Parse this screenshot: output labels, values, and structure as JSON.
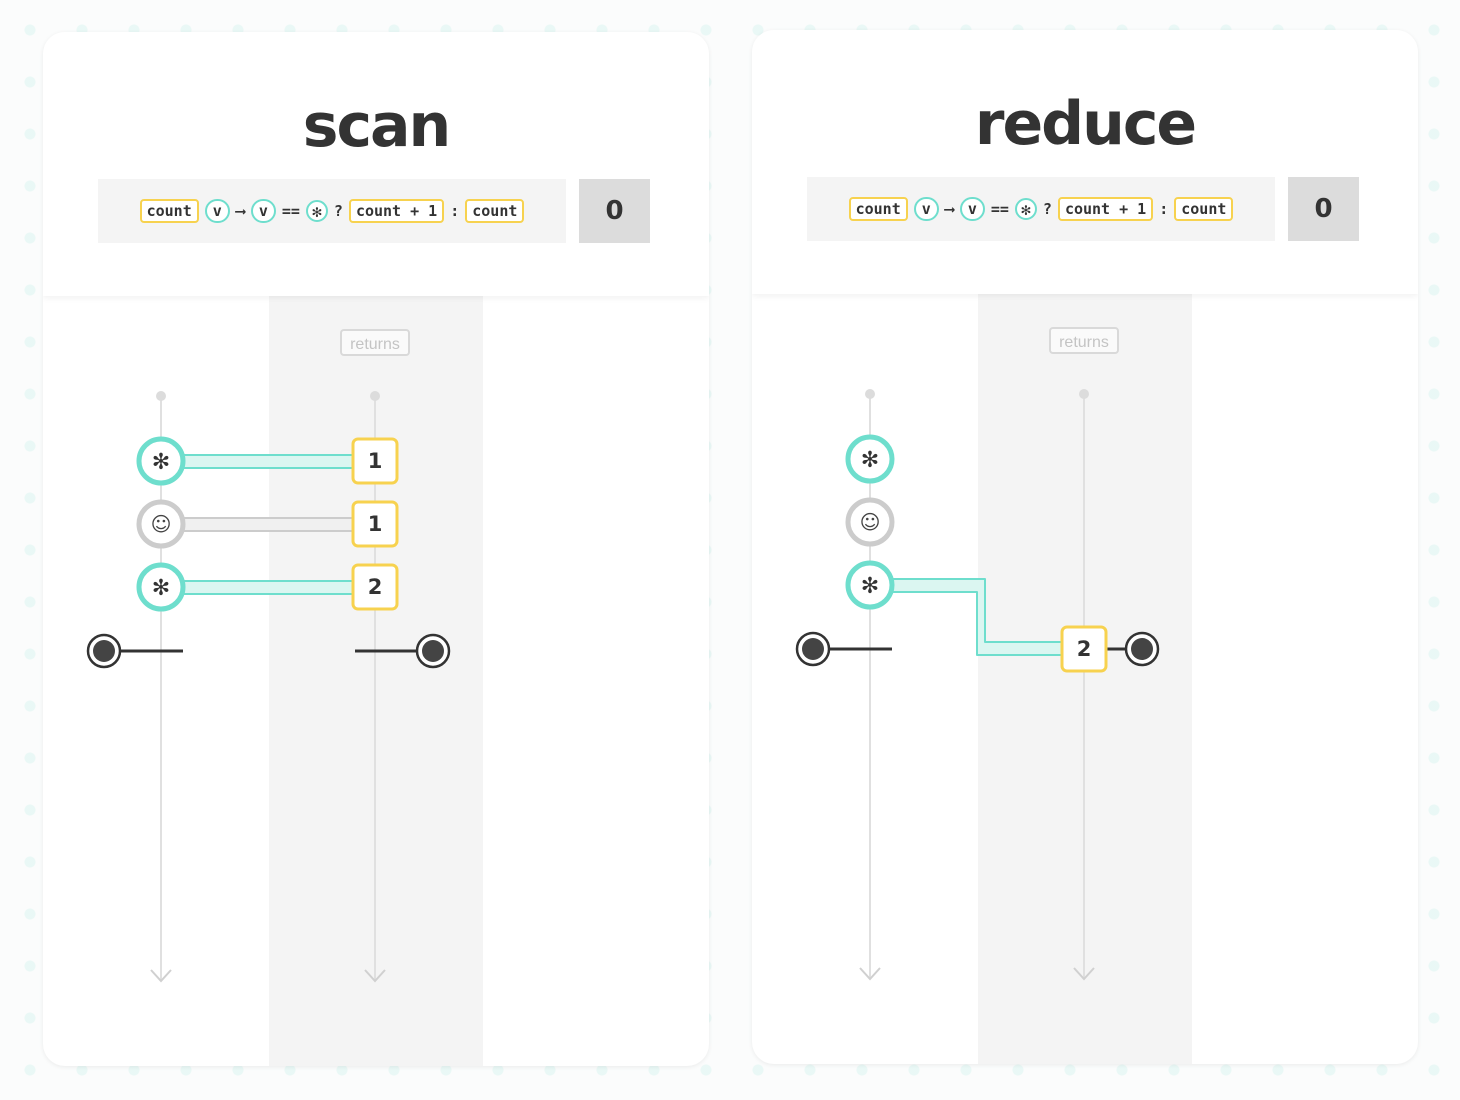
{
  "panels": [
    {
      "title": "scan",
      "formula": {
        "acc": "count",
        "param": "v",
        "arrow": "⟶",
        "eq": "==",
        "symbol": "✻",
        "q": "?",
        "then": "count + 1",
        "colon": ":",
        "else": "count"
      },
      "seed": "0",
      "returns_label": "returns",
      "inputs": [
        "✻",
        "☺",
        "✻"
      ],
      "outputs": [
        "1",
        "1",
        "2"
      ]
    },
    {
      "title": "reduce",
      "formula": {
        "acc": "count",
        "param": "v",
        "arrow": "⟶",
        "eq": "==",
        "symbol": "✻",
        "q": "?",
        "then": "count + 1",
        "colon": ":",
        "else": "count"
      },
      "seed": "0",
      "returns_label": "returns",
      "inputs": [
        "✻",
        "☺",
        "✻"
      ],
      "outputs": [
        "2"
      ]
    }
  ],
  "colors": {
    "accent": "#6edecd",
    "value": "#f7d24f",
    "inactive": "#cccccc",
    "dark": "#444444"
  }
}
